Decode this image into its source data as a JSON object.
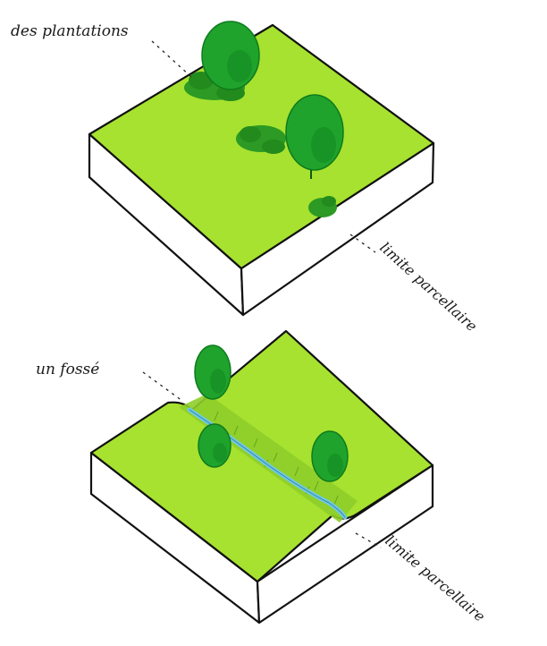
{
  "labels": {
    "top_plantations": "des plantations",
    "top_limit": "limite parcellaire",
    "bottom_ditch": "un fossé",
    "bottom_limit": "limite parcellaire"
  },
  "colors": {
    "grass": "#a6e22f",
    "grass_dark": "#7fbf1c",
    "tree": "#1fa32c",
    "tree_dark": "#0f7a1d",
    "hedge": "#2c9a24",
    "water": "#6ec9e6",
    "ditch_bank": "#8fce2a",
    "outline": "#111111"
  }
}
